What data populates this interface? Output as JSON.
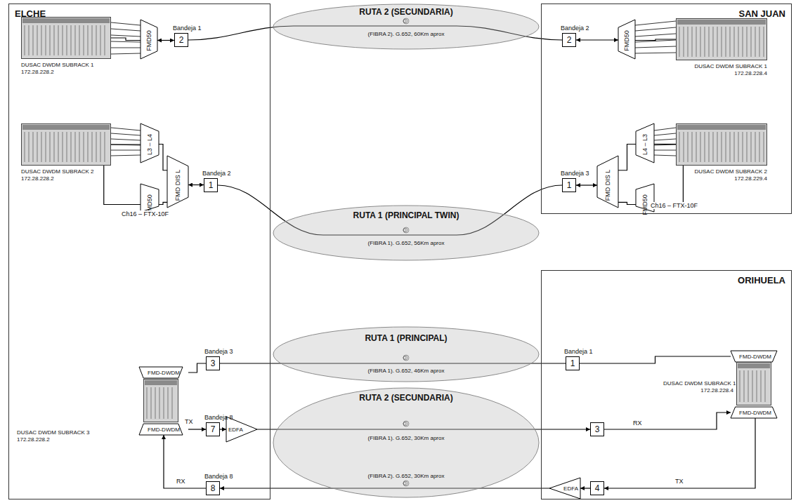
{
  "diagram": {
    "nodes": [
      {
        "text": [
          "ELCHE"
        ]
      },
      {
        "text": [
          "DUSAC DWDM SUBRACK 1",
          "172.28.228.2"
        ],
        "in": 0
      },
      {
        "text": [
          "FMD50"
        ],
        "in": 0
      },
      {
        "text": [
          "Bandeja 1",
          "2"
        ],
        "in": 0
      },
      {
        "text": [
          "DUSAC DWDM SUBRACK 2",
          "172.28.228.2"
        ],
        "in": 0
      },
      {
        "text": [
          "L3 – L4"
        ],
        "in": 0
      },
      {
        "text": [
          "FMD DIS L"
        ],
        "in": 0
      },
      {
        "text": [
          "FMD50"
        ],
        "in": 0
      },
      {
        "text": [
          "Bandeja 2",
          "1"
        ],
        "in": 0
      },
      {
        "text": [
          "Bandeja 3",
          "3"
        ],
        "in": 0
      },
      {
        "text": [
          "FMD-DWDM"
        ],
        "in": 0
      },
      {
        "text": [
          "DUSAC DWDM SUBRACK 3",
          "172.28.228.2"
        ],
        "in": 0
      },
      {
        "text": [
          "FMD-DWDM"
        ],
        "in": 0
      },
      {
        "text": [
          "Bandeja 8",
          "7"
        ],
        "in": 0
      },
      {
        "text": [
          "EDFA"
        ],
        "in": 0
      },
      {
        "text": [
          "Bandeja 8",
          "8"
        ],
        "in": 0
      },
      {
        "text": [
          "RUTA 2 (SECUNDARIA)",
          "(FIBRA 2). G.652, 60Km aprox"
        ]
      },
      {
        "text": [
          "RUTA 1 (PRINCIPAL TWIN)",
          "(FIBRA 1). G.652, 56Km aprox"
        ]
      },
      {
        "text": [
          "RUTA 1 (PRINCIPAL)",
          "(FIBRA 1). G.652, 46Km aprox"
        ]
      },
      {
        "text": [
          "RUTA 2 (SECUNDARIA)",
          "(FIBRA 1). G.652, 30Km aprox",
          "(FIBRA 2). G.652, 30Km aprox"
        ]
      },
      {
        "text": [
          "SAN JUAN"
        ]
      },
      {
        "text": [
          "Bandeja 2",
          "2"
        ],
        "in": 20
      },
      {
        "text": [
          "FMD50"
        ],
        "in": 20
      },
      {
        "text": [
          "DUSAC DWDM SUBRACK 1",
          "172.28.228.4"
        ],
        "in": 20
      },
      {
        "text": [
          "Bandeja 3",
          "1"
        ],
        "in": 20
      },
      {
        "text": [
          "FMD DIS L"
        ],
        "in": 20
      },
      {
        "text": [
          "L4 – L3"
        ],
        "in": 20
      },
      {
        "text": [
          "FMD50"
        ],
        "in": 20
      },
      {
        "text": [
          "DUSAC DWDM SUBRACK 2",
          "172.28.229.4"
        ],
        "in": 20
      },
      {
        "text": [
          "ORIHUELA"
        ]
      },
      {
        "text": [
          "Bandeja 1",
          "1"
        ],
        "in": 29
      },
      {
        "text": [
          "FMD-DWDM"
        ],
        "in": 29
      },
      {
        "text": [
          "DUSAC DWDM SUBRACK 1",
          "172.28.228.4"
        ],
        "in": 29
      },
      {
        "text": [
          "FMD-DWDM"
        ],
        "in": 29
      },
      {
        "text": [
          "3"
        ],
        "in": 29
      },
      {
        "text": [
          "EDFA"
        ],
        "in": 29
      },
      {
        "text": [
          "4"
        ],
        "in": 29
      }
    ],
    "edges": [
      {
        "from": 2,
        "to": 3,
        "arrow": "both"
      },
      {
        "from": 1,
        "to": 2,
        "arrow": "none"
      },
      {
        "from": 3,
        "to": 21,
        "arrow": "none"
      },
      {
        "from": 21,
        "to": 22,
        "arrow": "both"
      },
      {
        "from": 22,
        "to": 23,
        "arrow": "none"
      },
      {
        "from": 4,
        "to": 5,
        "arrow": "none"
      },
      {
        "from": 4,
        "to": 7,
        "arrow": "none"
      },
      {
        "from": 5,
        "to": 6,
        "arrow": "none"
      },
      {
        "from": 7,
        "to": 6,
        "arrow": "none"
      },
      {
        "from": 6,
        "to": 8,
        "arrow": "both"
      },
      {
        "from": 8,
        "to": 24,
        "arrow": "none"
      },
      {
        "from": 24,
        "to": 25,
        "arrow": "both"
      },
      {
        "from": 25,
        "to": 26,
        "arrow": "none"
      },
      {
        "from": 25,
        "to": 27,
        "arrow": "none"
      },
      {
        "from": 26,
        "to": 28,
        "arrow": "none"
      },
      {
        "from": 27,
        "to": 28,
        "arrow": "none"
      },
      {
        "from": 9,
        "to": 30,
        "arrow": "none"
      },
      {
        "from": 10,
        "to": 9,
        "arrow": "none"
      },
      {
        "from": 12,
        "to": 13,
        "arrow": "to"
      },
      {
        "from": 13,
        "to": 14,
        "arrow": "to"
      },
      {
        "from": 14,
        "to": 34,
        "arrow": "to"
      },
      {
        "from": 15,
        "to": 12,
        "arrow": "to"
      },
      {
        "from": 30,
        "to": 31,
        "arrow": "none"
      },
      {
        "from": 34,
        "to": 33,
        "arrow": "to"
      },
      {
        "from": 33,
        "to": 36,
        "arrow": "to"
      },
      {
        "from": 36,
        "to": 35,
        "arrow": "to"
      },
      {
        "from": 35,
        "to": 15,
        "arrow": "to"
      }
    ],
    "labels": [
      "Ch16 – FTX-10F",
      "Ch16 – FTX-10F",
      "TX",
      "RX",
      "RX",
      "TX"
    ]
  }
}
